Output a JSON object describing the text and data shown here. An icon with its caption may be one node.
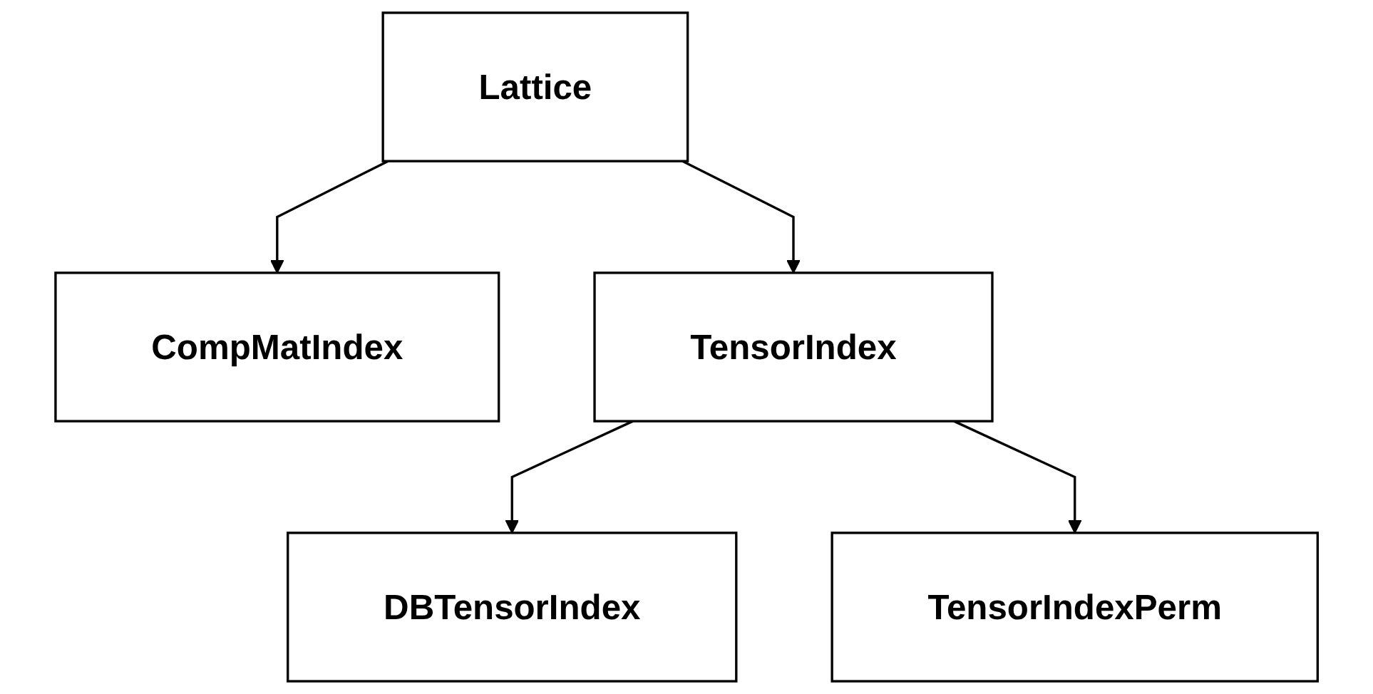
{
  "diagram": {
    "nodes": [
      {
        "text": [
          "Lattice"
        ]
      },
      {
        "text": [
          "CompMatIndex"
        ]
      },
      {
        "text": [
          "TensorIndex"
        ]
      },
      {
        "text": [
          "DBTensorIndex"
        ]
      },
      {
        "text": [
          "TensorIndexPerm"
        ]
      }
    ],
    "edges": [
      {
        "from": 0,
        "to": 1,
        "arrow": "to"
      },
      {
        "from": 0,
        "to": 2,
        "arrow": "to"
      },
      {
        "from": 2,
        "to": 3,
        "arrow": "to"
      },
      {
        "from": 2,
        "to": 4,
        "arrow": "to"
      }
    ]
  }
}
